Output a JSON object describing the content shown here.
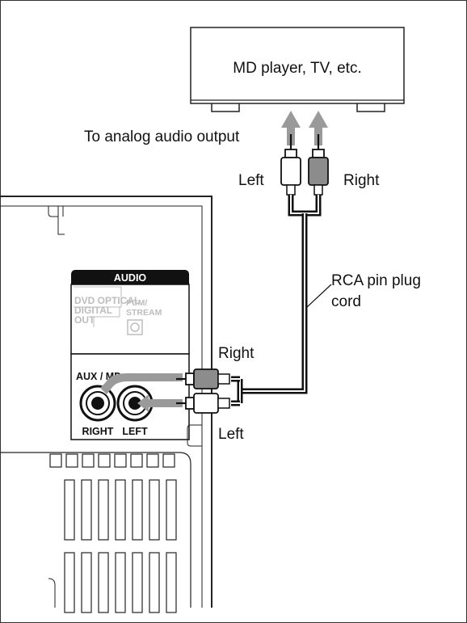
{
  "device": {
    "label": "MD player, TV, etc."
  },
  "labels": {
    "output": "To analog audio output",
    "top_left": "Left",
    "top_right": "Right",
    "cord_line1": "RCA pin plug",
    "cord_line2": "cord",
    "bottom_right": "Right",
    "bottom_left": "Left"
  },
  "panel": {
    "audio_header": "AUDIO",
    "optical_line1": "DVD OPTICAL",
    "optical_line2": "DIGITAL",
    "optical_line3": "OUT",
    "pcm_line1": "PCM/",
    "pcm_line2": "STREAM",
    "aux_label": "AUX / MD",
    "jack_right": "RIGHT",
    "jack_left": "LEFT"
  },
  "colors": {
    "arrow_grey": "#9a9a9a",
    "plug_right_fill": "#8c8c8c",
    "plug_left_fill": "#ffffff",
    "cable": "#111111",
    "optical_text": "#bdbdbd"
  }
}
